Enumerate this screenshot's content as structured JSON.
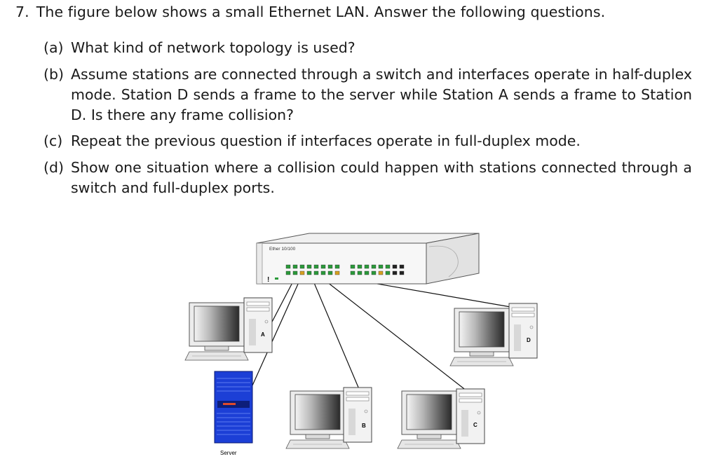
{
  "question": {
    "number": "7.",
    "prompt": "The figure below shows a small Ethernet LAN. Answer the following questions."
  },
  "parts": [
    {
      "label": "(a)",
      "text": "What kind of network topology is used?"
    },
    {
      "label": "(b)",
      "text": "Assume stations are connected through a switch and interfaces operate in half-duplex mode. Station D sends a frame to the server while Station A sends a frame to Station D. Is there any frame collision?"
    },
    {
      "label": "(c)",
      "text": "Repeat the previous question if interfaces operate in full-duplex mode."
    },
    {
      "label": "(d)",
      "text": "Show one situation where a collision could happen with stations connected through a switch and full-duplex ports."
    }
  ],
  "figure": {
    "switch_label": "Ether 10/100",
    "switch_indicator": "!",
    "server_label": "Server",
    "station_labels": {
      "a": "A",
      "b": "B",
      "c": "C",
      "d": "D"
    },
    "colors": {
      "server": "#1c3fd6",
      "switch_led": "#2a9a3a",
      "switch_led_amber": "#d6a020"
    }
  }
}
